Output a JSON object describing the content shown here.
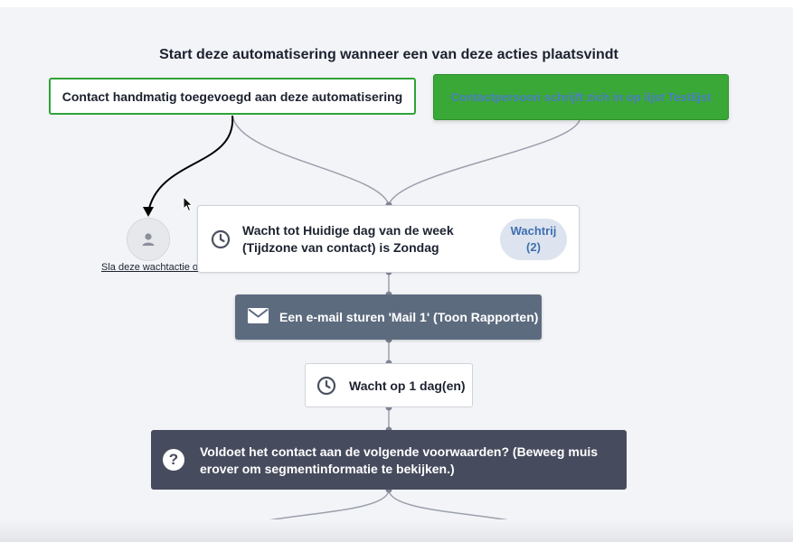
{
  "heading": "Start deze automatisering wanneer een van deze acties plaatsvindt",
  "triggers": [
    {
      "label": "Contact handmatig toegevoegd aan deze automatisering"
    },
    {
      "label": "Contactpersoon schrijft zich in op lijst Testlijst"
    }
  ],
  "skip": {
    "label": "Sla deze wachtactie over",
    "icon": "person-icon"
  },
  "wait_main": {
    "line1": "Wacht tot Huidige dag van de week",
    "line2": "(Tijdzone van contact) is Zondag",
    "queue_label": "Wachtrij",
    "queue_count": "(2)",
    "icon": "clock-icon"
  },
  "email": {
    "label": "Een e-mail sturen 'Mail 1' (Toon Rapporten)",
    "icon": "envelope-icon"
  },
  "wait_small": {
    "label": "Wacht op 1 dag(en)",
    "icon": "clock-icon"
  },
  "condition": {
    "line1": "Voldoet het contact aan de volgende voorwaarden? (Beweeg muis",
    "line2": "erover om segmentinformatie te bekijken.)",
    "icon_glyph": "?"
  },
  "colors": {
    "trigger_border": "#2fa33a",
    "trigger_active_bg": "#3aa837",
    "email_bg": "#5d6b7f",
    "condition_bg": "#474b5e",
    "queue_bg": "#dde4ef",
    "connector": "#8f95a3"
  }
}
